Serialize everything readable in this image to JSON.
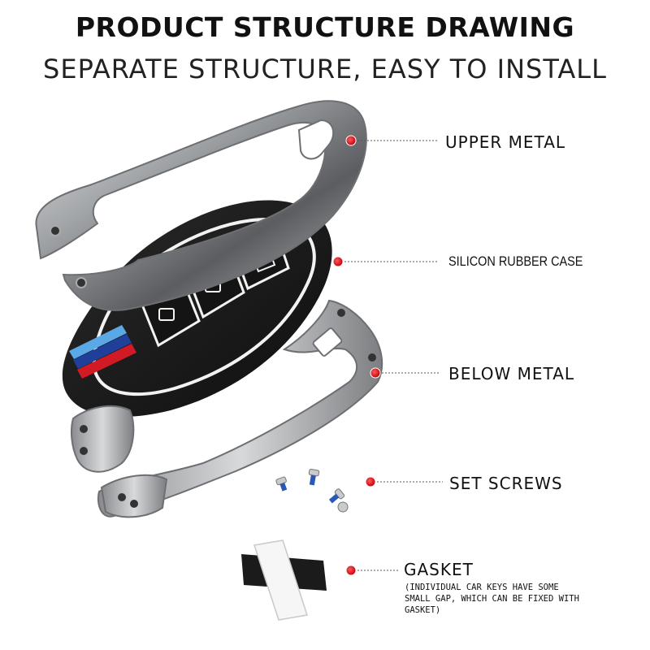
{
  "header": {
    "title": "PRODUCT STRUCTURE DRAWING",
    "subtitle": "SEPARATE STRUCTURE, EASY TO INSTALL"
  },
  "callouts": [
    {
      "id": "upper-metal",
      "label": "UPPER METAL"
    },
    {
      "id": "silicon-rubber-case",
      "label": "SILICON RUBBER CASE"
    },
    {
      "id": "below-metal",
      "label": "BELOW METAL"
    },
    {
      "id": "set-screws",
      "label": "SET SCREWS"
    },
    {
      "id": "gasket",
      "label": "GASKET"
    }
  ],
  "gasket_note": "(INDIVIDUAL CAR KEYS HAVE SOME SMALL GAP, WHICH CAN BE FIXED WITH GASKET)",
  "colors": {
    "marker_red": "#e0101e",
    "leader_line": "#555555",
    "metal_light": "#c9cbcd",
    "metal_dark": "#5b5d60",
    "rubber": "#1a1a1a",
    "stripe_blue_light": "#5aa9e6",
    "stripe_blue_dark": "#1f3f9a",
    "stripe_red": "#d11a24"
  }
}
